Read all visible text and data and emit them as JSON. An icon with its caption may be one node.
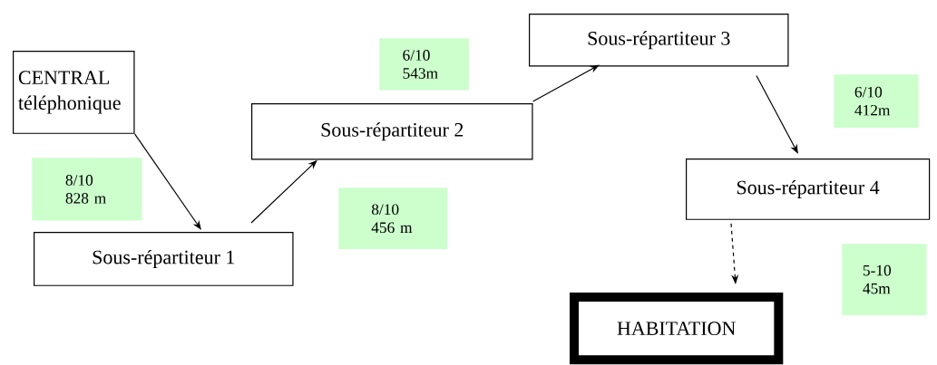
{
  "diagram": {
    "nodes": [
      {
        "text": [
          "CENTRAL téléphonique"
        ]
      },
      {
        "text": [
          "Sous-répartiteur 1"
        ]
      },
      {
        "text": [
          "Sous-répartiteur 2"
        ]
      },
      {
        "text": [
          "Sous-répartiteur 3"
        ]
      },
      {
        "text": [
          "Sous-répartiteur 4"
        ]
      },
      {
        "text": [
          "HABITATION"
        ]
      },
      {
        "text": [
          "8/10 828 m"
        ]
      },
      {
        "text": [
          "6/10 543m"
        ]
      },
      {
        "text": [
          "8/10 456 m"
        ]
      },
      {
        "text": [
          "6/10 412m"
        ]
      },
      {
        "text": [
          "5-10 45m"
        ]
      }
    ],
    "edges": [
      {
        "from": 0,
        "to": 1,
        "arrow": "to"
      },
      {
        "from": 1,
        "to": 2,
        "arrow": "to"
      },
      {
        "from": 2,
        "to": 3,
        "arrow": "to"
      },
      {
        "from": 3,
        "to": 4,
        "arrow": "to"
      },
      {
        "from": 4,
        "to": 5,
        "arrow": "to",
        "style": "dashed"
      }
    ]
  }
}
